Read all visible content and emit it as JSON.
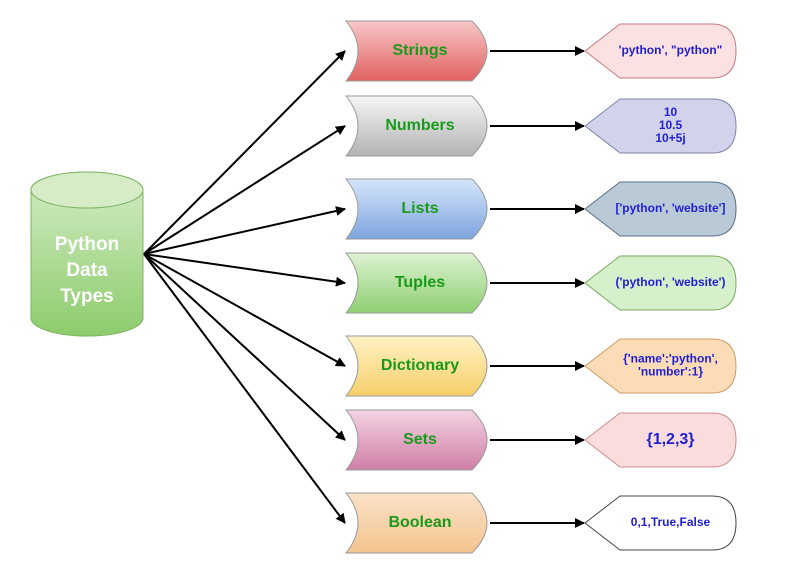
{
  "root": {
    "lines": [
      "Python",
      "Data",
      "Types"
    ],
    "fill_top": "#d5ecc6",
    "fill_bottom": "#8ccc6c",
    "stroke": "#7fb463"
  },
  "data_types": [
    {
      "name": "Strings",
      "gradient": [
        "#f8c8c8",
        "#e06060"
      ],
      "example": {
        "lines": [
          "'python', \"python\""
        ],
        "fill": "#fbe1e1",
        "stroke": "#c97a7a",
        "big": false
      }
    },
    {
      "name": "Numbers",
      "gradient": [
        "#f5f5f5",
        "#b3b3b3"
      ],
      "example": {
        "lines": [
          "10",
          "10.5",
          "10+5j"
        ],
        "fill": "#d2d3ea",
        "stroke": "#7e82ad",
        "big": false
      }
    },
    {
      "name": "Lists",
      "gradient": [
        "#d6e6fa",
        "#7ea4de"
      ],
      "example": {
        "lines": [
          "['python', 'website']"
        ],
        "fill": "#bac9d6",
        "stroke": "#5a6d84",
        "big": false
      }
    },
    {
      "name": "Tuples",
      "gradient": [
        "#ddf2d2",
        "#8fcf72"
      ],
      "example": {
        "lines": [
          "('python', 'website')"
        ],
        "fill": "#d6f0cb",
        "stroke": "#75ab5c",
        "big": false
      }
    },
    {
      "name": "Dictionary",
      "gradient": [
        "#fff2c6",
        "#f7cf6a"
      ],
      "example": {
        "lines": [
          "{'name':'python',",
          "'number':1}"
        ],
        "fill": "#fbdcb7",
        "stroke": "#cf9b64",
        "big": false
      }
    },
    {
      "name": "Sets",
      "gradient": [
        "#f4d2e3",
        "#cf7fa7"
      ],
      "example": {
        "lines": [
          "{1,2,3}"
        ],
        "fill": "#fbdcdc",
        "stroke": "#cf8b8b",
        "big": true
      }
    },
    {
      "name": "Boolean",
      "gradient": [
        "#fbe2c7",
        "#f4c48f"
      ],
      "example": {
        "lines": [
          "0,1,True,False"
        ],
        "fill": "#ffffff",
        "stroke": "#444444",
        "big": false
      }
    }
  ]
}
